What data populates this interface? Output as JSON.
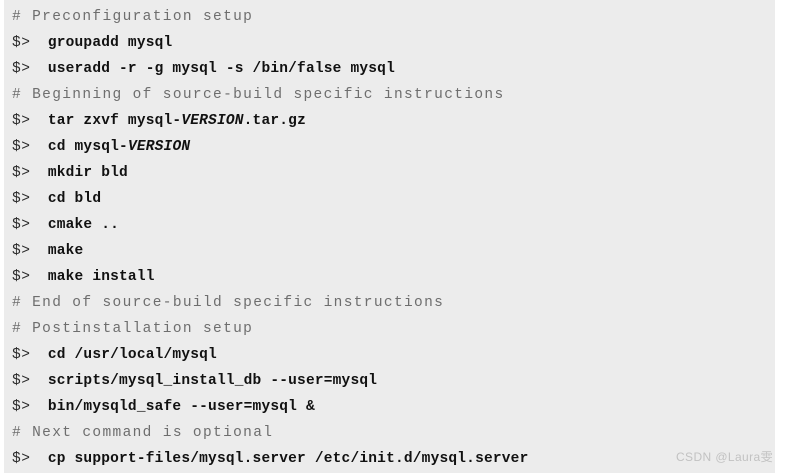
{
  "panel": {
    "background_color": "#ececec",
    "page_background_color": "#ffffff",
    "comment_color": "#6e6e6e",
    "command_color": "#111111"
  },
  "terminal": {
    "prompt_symbol": "$>",
    "comment_symbol": "#",
    "lines": [
      {
        "type": "comment",
        "text": "# Preconfiguration setup"
      },
      {
        "type": "command",
        "prompt": "$>",
        "cmd": "groupadd mysql"
      },
      {
        "type": "command",
        "prompt": "$>",
        "cmd": "useradd -r -g mysql -s /bin/false mysql"
      },
      {
        "type": "comment",
        "text": "# Beginning of source-build specific instructions"
      },
      {
        "type": "command",
        "prompt": "$>",
        "cmd_pre": "tar zxvf mysql-",
        "var": "VERSION",
        "cmd_post": ".tar.gz"
      },
      {
        "type": "command",
        "prompt": "$>",
        "cmd_pre": "cd mysql-",
        "var": "VERSION",
        "cmd_post": ""
      },
      {
        "type": "command",
        "prompt": "$>",
        "cmd": "mkdir bld"
      },
      {
        "type": "command",
        "prompt": "$>",
        "cmd": "cd bld"
      },
      {
        "type": "command",
        "prompt": "$>",
        "cmd": "cmake .."
      },
      {
        "type": "command",
        "prompt": "$>",
        "cmd": "make"
      },
      {
        "type": "command",
        "prompt": "$>",
        "cmd": "make install"
      },
      {
        "type": "comment",
        "text": "# End of source-build specific instructions"
      },
      {
        "type": "comment",
        "text": "# Postinstallation setup"
      },
      {
        "type": "command",
        "prompt": "$>",
        "cmd": "cd /usr/local/mysql"
      },
      {
        "type": "command",
        "prompt": "$>",
        "cmd": "scripts/mysql_install_db --user=mysql"
      },
      {
        "type": "command",
        "prompt": "$>",
        "cmd": "bin/mysqld_safe --user=mysql &"
      },
      {
        "type": "comment",
        "text": "# Next command is optional"
      },
      {
        "type": "command",
        "prompt": "$>",
        "cmd": "cp support-files/mysql.server /etc/init.d/mysql.server"
      }
    ]
  },
  "watermark": {
    "text": "CSDN @Laura雯"
  }
}
